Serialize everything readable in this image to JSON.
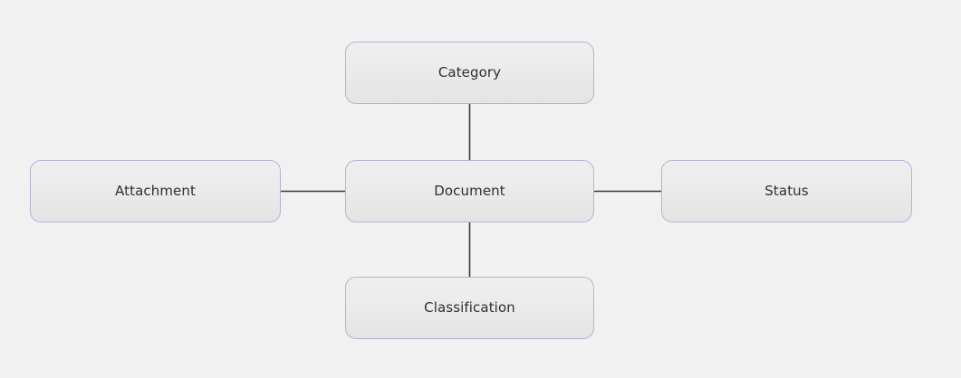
{
  "diagram": {
    "background_color": "#f1f1f1",
    "node_fill_top": "#efefef",
    "node_fill_bottom": "#e4e4e4",
    "node_border_color": "#b4b4d4",
    "edge_color": "#3a3a3a",
    "label_color": "#2f2f2f",
    "nodes": [
      {
        "id": "category",
        "label": "Category"
      },
      {
        "id": "attachment",
        "label": "Attachment"
      },
      {
        "id": "document",
        "label": "Document"
      },
      {
        "id": "status",
        "label": "Status"
      },
      {
        "id": "classification",
        "label": "Classification"
      }
    ],
    "edges": [
      {
        "from": "category",
        "to": "document"
      },
      {
        "from": "attachment",
        "to": "document"
      },
      {
        "from": "document",
        "to": "status"
      },
      {
        "from": "document",
        "to": "classification"
      }
    ]
  }
}
